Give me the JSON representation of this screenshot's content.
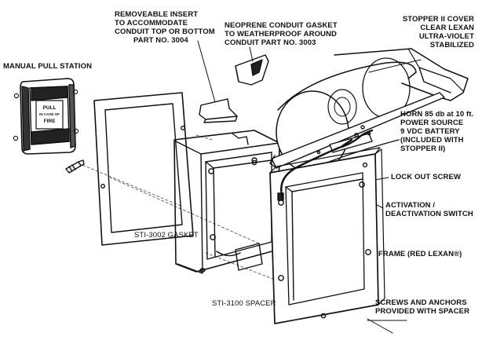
{
  "labels": {
    "manual_pull_station": "MANUAL PULL STATION",
    "removeable_insert": [
      "REMOVEABLE INSERT",
      "TO ACCOMMODATE",
      "CONDUIT TOP OR BOTTOM",
      "PART NO. 3004"
    ],
    "neoprene_gasket": [
      "NEOPRENE CONDUIT GASKET",
      "TO WEATHERPROOF AROUND",
      "CONDUIT   PART NO. 3003"
    ],
    "stopper_cover": [
      "STOPPER II COVER",
      "CLEAR LEXAN",
      "ULTRA-VIOLET",
      "STABILIZED"
    ],
    "horn": [
      "HORN 85 db  at 10 ft.",
      "POWER SOURCE",
      "9 VDC BATTERY",
      "(INCLUDED WITH",
      "STOPPER II)"
    ],
    "lock_out_screw": "LOCK OUT SCREW",
    "activation_switch": [
      "ACTIVATION /",
      "DEACTIVATION SWITCH"
    ],
    "frame": "FRAME (RED LEXAN®)",
    "screws_anchors": [
      "SCREWS AND ANCHORS",
      "PROVIDED WITH SPACER"
    ],
    "gasket": "STI-3002 GASKET",
    "spacer": "STI-3100 SPACER"
  },
  "pull_station_text": [
    "PULL",
    "IN CASE OF",
    "FIRE"
  ]
}
